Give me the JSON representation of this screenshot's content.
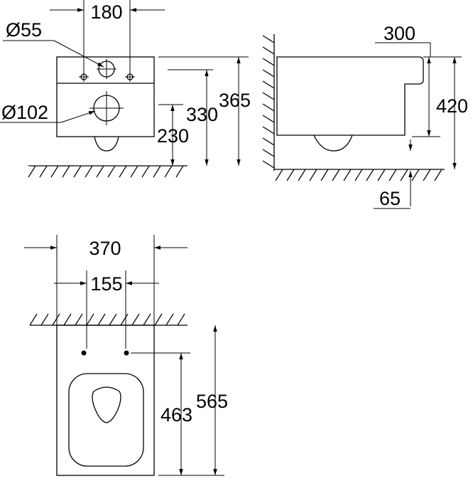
{
  "front_view": {
    "dim_top_width": "180",
    "dim_small_hole": "Ø55",
    "dim_large_hole": "Ø102",
    "dim_height_overall": "365",
    "dim_height_upper": "330",
    "dim_height_lower": "230"
  },
  "side_view": {
    "dim_depth": "300",
    "dim_height": "420",
    "dim_outlet": "65"
  },
  "plan_view": {
    "dim_width": "370",
    "dim_fixing_distance": "155",
    "dim_length_fixing": "463",
    "dim_length_overall": "565"
  },
  "colors": {
    "line": "#000000",
    "background": "#ffffff"
  }
}
